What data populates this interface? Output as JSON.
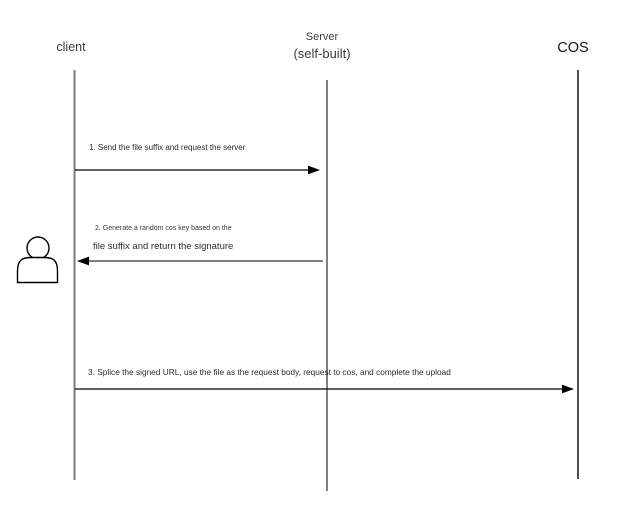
{
  "diagram": {
    "type": "sequence-diagram",
    "actors": {
      "client": {
        "label": "client"
      },
      "server": {
        "label": "Server",
        "sublabel": "(self-built)"
      },
      "cos": {
        "label": "COS"
      }
    },
    "messages": {
      "m1": {
        "from": "client",
        "to": "server",
        "direction": "right",
        "text": "1. Send the file suffix and request the server"
      },
      "m2": {
        "from": "server",
        "to": "client",
        "direction": "left",
        "line1": "2. Generate a random cos key based on the",
        "line2": "file suffix and return the signature"
      },
      "m3": {
        "from": "client",
        "to": "cos",
        "direction": "right",
        "text": "3. Splice the signed URL, use the file as the request body, request to cos, and complete the upload"
      }
    },
    "icons": {
      "client_actor": "person-icon"
    },
    "colors": {
      "client_lifeline": "#7a7a7a",
      "lifeline": "#000000",
      "arrow": "#000000",
      "label_text": "#3d3d3d",
      "message_text": "#2b2b2b",
      "background": "#ffffff"
    }
  }
}
